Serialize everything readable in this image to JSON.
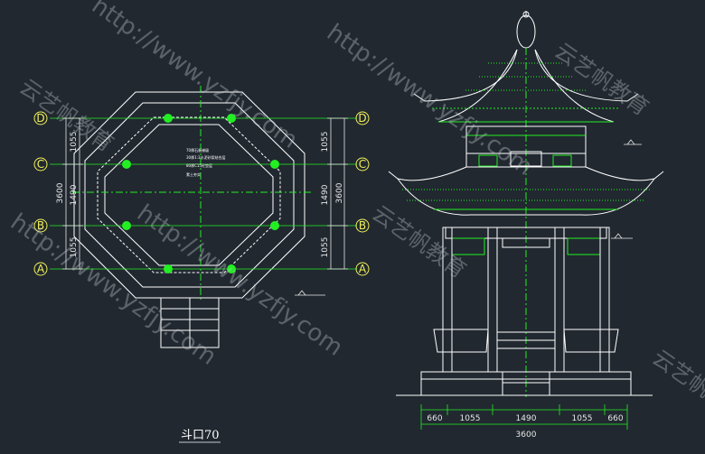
{
  "plan": {
    "axis_labels": [
      "D",
      "C",
      "B",
      "A"
    ],
    "dims_vertical_left": [
      "1055",
      "1490",
      "1055"
    ],
    "dims_vertical_left_total": "3600",
    "dims_vertical_right": [
      "1055",
      "1490",
      "1055"
    ],
    "dims_vertical_right_total": "3600",
    "notes": [
      "70厚石板梯级",
      "80厚C15砼垫层",
      "素土夯实",
      "30厚1:3水泥砂浆结合层"
    ],
    "caption": "斗口70"
  },
  "elevation": {
    "dims_bottom": [
      "660",
      "1055",
      "1490",
      "1055",
      "660"
    ],
    "dims_bottom_total": "3600"
  },
  "watermarks": {
    "url": "http://www.yzfjy.com",
    "cn": "云艺帆教育"
  },
  "colors": {
    "background": "#212830",
    "line": "#ffffff",
    "green": "#22ee22",
    "dim_line": "#e8e8e8",
    "axis_bubble": "#f2f25a"
  }
}
